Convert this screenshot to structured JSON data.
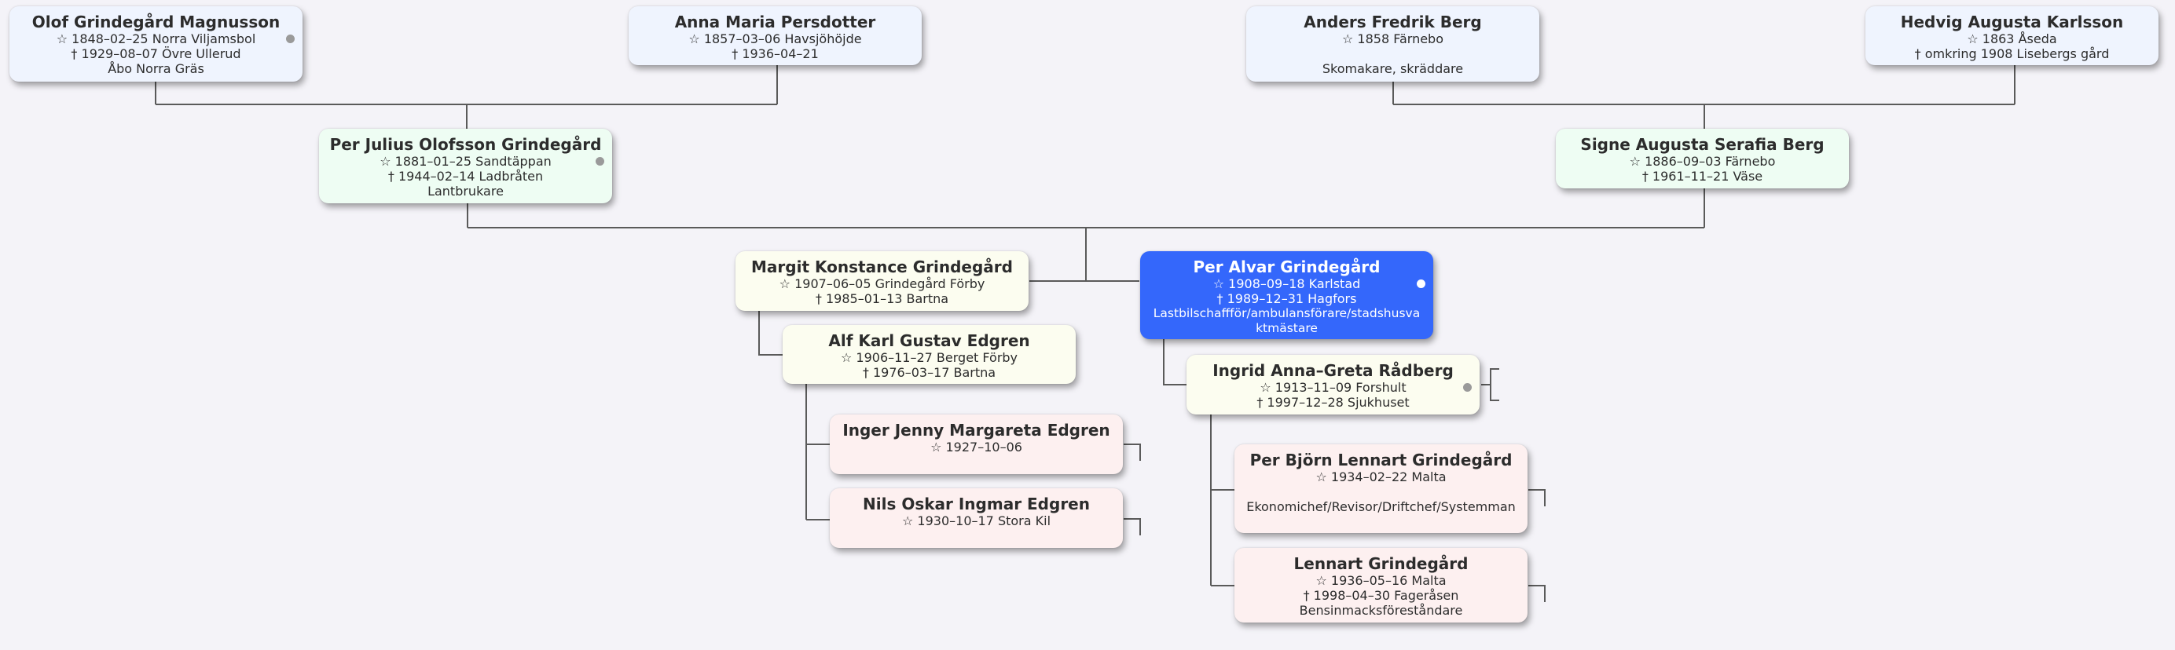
{
  "symbols": {
    "birth": "☆",
    "death": "†"
  },
  "colors": {
    "focus": "#3467fb",
    "grandparents": "#eff4fe",
    "parents": "#eefdf3",
    "siblings_spouse": "#fcfdf0",
    "children": "#fdf0f0",
    "line": "#5a5a5a"
  },
  "people": {
    "olof": {
      "name": "Olof Grindegård Magnusson",
      "birth": "☆ 1848–02–25 Norra Viljamsbol",
      "death": "† 1929–08–07 Övre Ullerud",
      "occupation": "Åbo Norra Gräs"
    },
    "anna": {
      "name": "Anna Maria Persdotter",
      "birth": "☆ 1857–03–06 Havsjöhöjde",
      "death": "† 1936–04–21"
    },
    "anders": {
      "name": "Anders Fredrik Berg",
      "birth": "☆ 1858 Färnebo",
      "occupation": "Skomakare, skräddare"
    },
    "hedvig": {
      "name": "Hedvig Augusta Karlsson",
      "birth": "☆ 1863 Åseda",
      "death": "† omkring 1908 Lisebergs gård"
    },
    "perjulius": {
      "name": "Per Julius Olofsson Grindegård",
      "birth": "☆ 1881–01–25 Sandtäppan",
      "death": "† 1944–02–14 Ladbråten",
      "occupation": "Lantbrukare"
    },
    "signe": {
      "name": "Signe Augusta Serafia Berg",
      "birth": "☆ 1886–09–03 Färnebo",
      "death": "† 1961–11–21 Väse"
    },
    "margit": {
      "name": "Margit Konstance Grindegård",
      "birth": "☆ 1907–06–05 Grindegård Förby",
      "death": "† 1985–01–13 Bartna"
    },
    "alf": {
      "name": "Alf Karl Gustav Edgren",
      "birth": "☆ 1906–11–27 Berget Förby",
      "death": "† 1976–03–17 Bartna"
    },
    "inger": {
      "name": "Inger Jenny Margareta Edgren",
      "birth": "☆ 1927–10–06"
    },
    "nils": {
      "name": "Nils Oskar Ingmar Edgren",
      "birth": "☆ 1930–10–17 Stora Kil"
    },
    "peralvar": {
      "name": "Per Alvar Grindegård",
      "birth": "☆ 1908–09–18 Karlstad",
      "death": "† 1989–12–31 Hagfors",
      "occupation": "Lastbilschaffför/ambulansförare/stadshusvaktmästare"
    },
    "ingrid": {
      "name": "Ingrid Anna–Greta Rådberg",
      "birth": "☆ 1913–11–09 Forshult",
      "death": "† 1997–12–28 Sjukhuset"
    },
    "perbjorn": {
      "name": "Per Björn Lennart Grindegård",
      "birth": "☆ 1934–02–22 Malta",
      "occupation": "Ekonomichef/Revisor/Driftchef/Systemman"
    },
    "lennart": {
      "name": "Lennart Grindegård",
      "birth": "☆ 1936–05–16 Malta",
      "death": "† 1998–04–30 Fageråsen",
      "occupation": "Bensinmacksföreståndare"
    }
  }
}
